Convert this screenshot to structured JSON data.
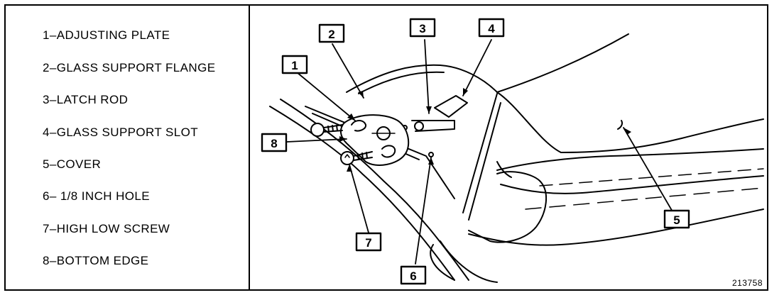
{
  "legend": {
    "items": [
      "1–ADJUSTING PLATE",
      "2–GLASS SUPPORT FLANGE",
      "3–LATCH ROD",
      "4–GLASS SUPPORT SLOT",
      "5–COVER",
      "6– 1/8 INCH HOLE",
      "7–HIGH LOW SCREW",
      "8–BOTTOM EDGE"
    ]
  },
  "callouts": {
    "c1": "1",
    "c2": "2",
    "c3": "3",
    "c4": "4",
    "c5": "5",
    "c6": "6",
    "c7": "7",
    "c8": "8"
  },
  "figure_number": "213758"
}
